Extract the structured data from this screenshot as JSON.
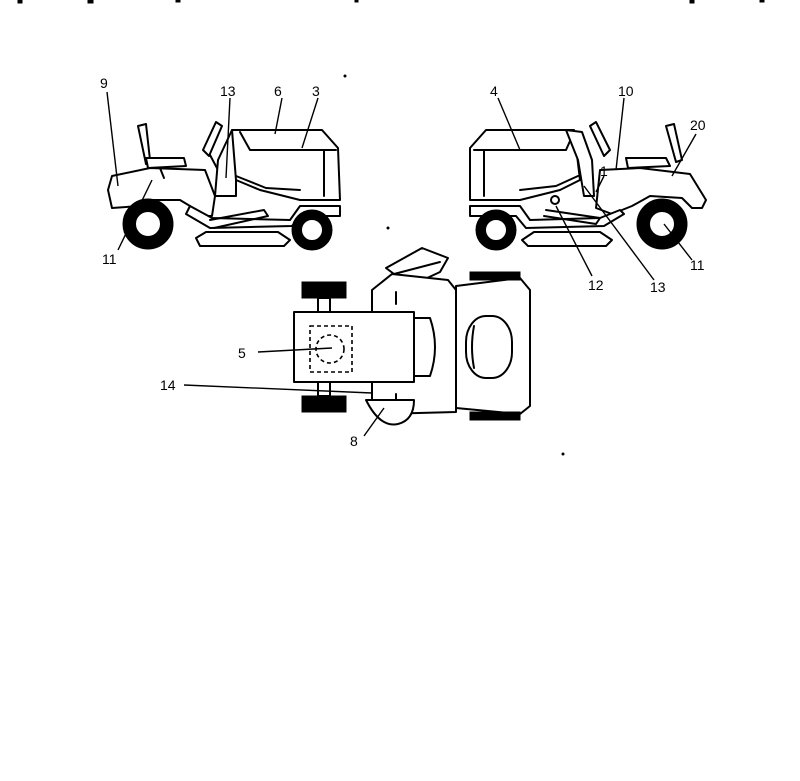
{
  "callouts": {
    "c9": "9",
    "c13_left": "13",
    "c6": "6",
    "c3": "3",
    "c11_left": "11",
    "c4": "4",
    "c10": "10",
    "c20": "20",
    "c1": "1",
    "c12": "12",
    "c13_right": "13",
    "c11_right": "11",
    "c5": "5",
    "c14": "14",
    "c8": "8"
  }
}
